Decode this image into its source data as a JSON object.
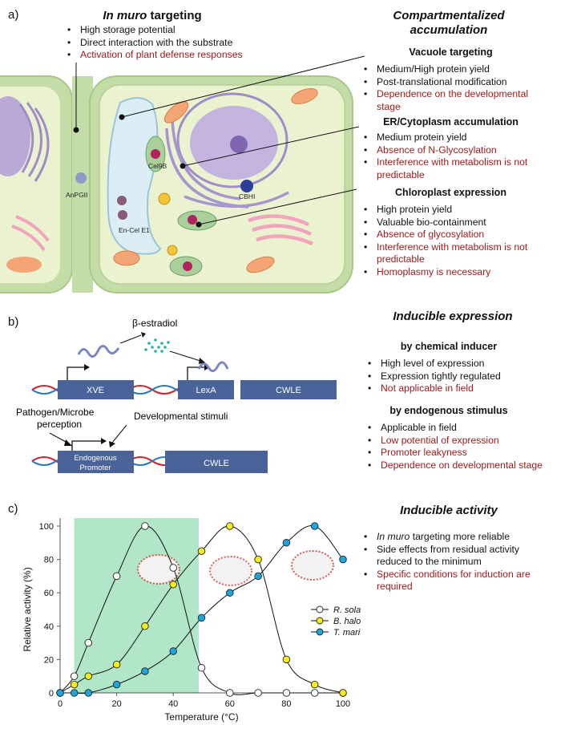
{
  "panel_a": {
    "label": "a)",
    "in_muro": {
      "title_em": "In muro",
      "title_rest": " targeting",
      "bullets": [
        {
          "text": "High storage potential",
          "neg": false
        },
        {
          "text": "Direct interaction with the substrate",
          "neg": false
        },
        {
          "text": "Activation of plant defense responses",
          "neg": true
        }
      ]
    },
    "comp_title": [
      "Compartmentalized",
      "accumulation"
    ],
    "vacuole": {
      "title": "Vacuole targeting",
      "bullets": [
        {
          "text": "Medium/High protein yield",
          "neg": false
        },
        {
          "text": "Post-translational modification",
          "neg": false
        },
        {
          "text": "Dependence  on the developmental stage",
          "neg": true
        }
      ]
    },
    "er": {
      "title": "ER/Cytoplasm  accumulation",
      "bullets": [
        {
          "text": "Medium protein yield",
          "neg": false
        },
        {
          "text": "Absence of N-Glycosylation",
          "neg": true
        },
        {
          "text": "Interference  with metabolism is not predictable",
          "neg": true
        }
      ]
    },
    "chloroplast": {
      "title": "Chloroplast expression",
      "bullets": [
        {
          "text": "High protein yield",
          "neg": false
        },
        {
          "text": "Valuable bio-containment",
          "neg": false
        },
        {
          "text": "Absence of glycosylation",
          "neg": true
        },
        {
          "text": "Interference  with metabolism is not predictable",
          "neg": true
        },
        {
          "text": "Homoplasmy is necessary",
          "neg": true
        }
      ]
    },
    "cell_labels": {
      "anpgii": "AnPGII",
      "cel9b": "Cel9B",
      "cbhi": "CBHI",
      "encel": "En-Cel E1"
    }
  },
  "panel_b": {
    "label": "b)",
    "title": "Inducible expression",
    "estradiol": "β-estradiol",
    "boxes": {
      "xve": "XVE",
      "lexa": "LexA",
      "cwle1": "CWLE",
      "cwle2": "CWLE",
      "promoter": [
        "Endogenous",
        "Promoter"
      ]
    },
    "pathogen": [
      "Pathogen/Microbe",
      "perception"
    ],
    "developmental": "Developmental  stimuli",
    "chemical": {
      "title": "by chemical inducer",
      "bullets": [
        {
          "text": "High level of expression",
          "neg": false
        },
        {
          "text": "Expression tightly regulated",
          "neg": false
        },
        {
          "text": "Not applicable  in field",
          "neg": true
        }
      ]
    },
    "endogenous": {
      "title": "by endogenous stimulus",
      "bullets": [
        {
          "text": "Applicable in field",
          "neg": false
        },
        {
          "text": "Low potential of expression",
          "neg": true
        },
        {
          "text": "Promoter leakyness",
          "neg": true
        },
        {
          "text": "Dependence  on developmental stage",
          "neg": true
        }
      ]
    }
  },
  "panel_c": {
    "label": "c)",
    "title": "Inducible activity",
    "bullet1_em": "In muro",
    "bullet1_rest": " targeting more reliable",
    "bullets": [
      {
        "text": "Side effects from residual activity reduced to the minimum",
        "neg": false
      },
      {
        "text": "Specific conditions for induction are required",
        "neg": true
      }
    ]
  },
  "chart_data": {
    "type": "line",
    "xlabel": "Temperature  (°C)",
    "ylabel": "Relative  activity (%)",
    "xlim": [
      0,
      100
    ],
    "ylim": [
      0,
      100
    ],
    "xticks": [
      "0",
      "20",
      "40",
      "60",
      "80",
      "100"
    ],
    "yticks": [
      "0",
      "20",
      "40",
      "60",
      "80",
      "100"
    ],
    "shaded_x_range": [
      5,
      49
    ],
    "legend_position": "right",
    "series": [
      {
        "name": "R. solani",
        "color": "#ffffff",
        "points": [
          [
            0,
            0
          ],
          [
            5,
            10
          ],
          [
            10,
            30
          ],
          [
            20,
            70
          ],
          [
            30,
            100
          ],
          [
            40,
            75
          ],
          [
            50,
            15
          ],
          [
            60,
            0
          ],
          [
            70,
            0
          ],
          [
            80,
            0
          ],
          [
            90,
            0
          ],
          [
            100,
            0
          ]
        ]
      },
      {
        "name": "B. halodurans",
        "color": "#f7ee14",
        "points": [
          [
            0,
            0
          ],
          [
            5,
            5
          ],
          [
            10,
            10
          ],
          [
            20,
            17
          ],
          [
            30,
            40
          ],
          [
            40,
            65
          ],
          [
            50,
            85
          ],
          [
            60,
            100
          ],
          [
            70,
            80
          ],
          [
            80,
            20
          ],
          [
            90,
            5
          ],
          [
            100,
            0
          ]
        ]
      },
      {
        "name": "T. maritima",
        "color": "#1ea5dc",
        "points": [
          [
            0,
            0
          ],
          [
            5,
            0
          ],
          [
            10,
            0
          ],
          [
            20,
            5
          ],
          [
            30,
            13
          ],
          [
            40,
            25
          ],
          [
            50,
            45
          ],
          [
            60,
            60
          ],
          [
            70,
            70
          ],
          [
            80,
            90
          ],
          [
            90,
            100
          ],
          [
            100,
            80
          ]
        ]
      }
    ]
  }
}
